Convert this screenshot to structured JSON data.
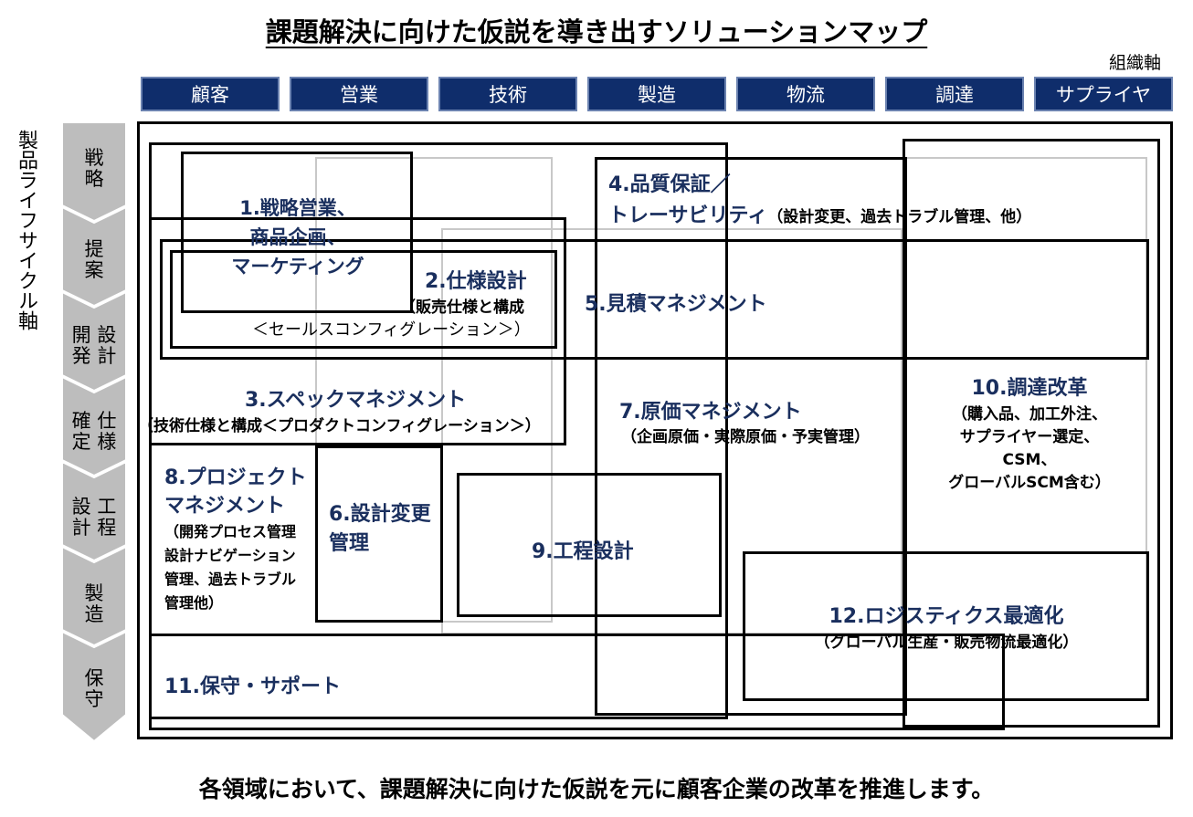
{
  "title": "課題解決に向けた仮説を導き出すソリューションマップ",
  "org_axis_label": "組織軸",
  "org_columns": [
    "顧客",
    "営業",
    "技術",
    "製造",
    "物流",
    "調達",
    "サプライヤ"
  ],
  "lifecycle_axis_label": "製品ライフサイクル軸",
  "stages": [
    {
      "a": "戦",
      "b": "略"
    },
    {
      "a": "提",
      "b": "案"
    },
    {
      "a": "開 設",
      "b": "発 計"
    },
    {
      "a": "確 仕",
      "b": "定 様"
    },
    {
      "a": "設 工",
      "b": "計 程"
    },
    {
      "a": "製",
      "b": "造"
    },
    {
      "a": "保",
      "b": "守"
    }
  ],
  "solutions": {
    "s1": {
      "l1": "1.戦略営業、",
      "l2": "商品企画、",
      "l3": "マーケティング"
    },
    "s2": {
      "title": "2.仕様設計",
      "l2": "（販売仕様と構成",
      "l3": "＜セールスコンフィグレーション＞）"
    },
    "s3": {
      "title": "3.スペックマネジメント",
      "sub": "（技術仕様と構成＜プロダクトコンフィグレーション＞）"
    },
    "s4": {
      "title": "4.品質保証／",
      "l2": "トレーサビリティ",
      "sub": "（設計変更、過去トラブル管理、他）"
    },
    "s5": {
      "title": "5.見積マネジメント"
    },
    "s6": {
      "l1": "6.設計変更",
      "l2": "管理"
    },
    "s7": {
      "title": "7.原価マネジメント",
      "sub": "（企画原価・実際原価・予実管理）"
    },
    "s8": {
      "l1": "8.プロジェクト",
      "l2": "マネジメント",
      "l3": "（開発プロセス管理",
      "l4": "設計ナビゲーション",
      "l5": "管理、過去トラブル",
      "l6": "管理他）"
    },
    "s9": {
      "title": "9.工程設計"
    },
    "s10": {
      "title": "10.調達改革",
      "l2": "（購入品、加工外注、",
      "l3": "サプライヤー選定、",
      "l4": "CSM、",
      "l5": "グローバルSCM含む）"
    },
    "s11": {
      "title": "11.保守・サポート"
    },
    "s12": {
      "title": "12.ロジスティクス最適化",
      "sub": "（グローバル生産・販売物流最適化）"
    }
  },
  "footer": "各領域において、課題解決に向けた仮説を元に顧客企業の改革を推進します。",
  "colors": {
    "header_bg": "#0f2d6b",
    "navy_text": "#1a2f5e",
    "stage_gray": "#bdbdbd"
  }
}
